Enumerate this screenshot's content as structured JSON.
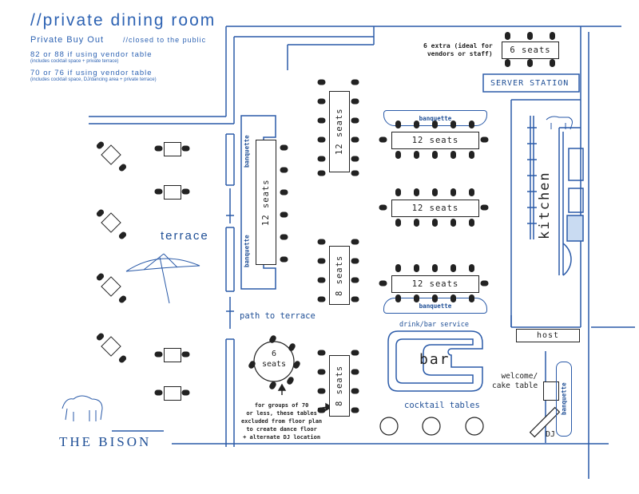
{
  "header": {
    "title": "//private dining room",
    "buyout": "Private Buy Out",
    "closed": "//closed to the public",
    "cap1": "82 or 88 if using vendor table",
    "cap1_note": "(includes cocktail space + private terrace)",
    "cap2": "70 or 76 if using vendor table",
    "cap2_note": "(includes cocktail space, DJ/dancing area + private terrace)"
  },
  "labels": {
    "terrace": "terrace",
    "path": "path to terrace",
    "kitchen": "kitchen",
    "server": "SERVER STATION",
    "drink": "drink/bar service",
    "bar": "bar",
    "cocktail": "cocktail tables",
    "host": "host",
    "welcome": "welcome/\ncake table",
    "dj": "DJ",
    "extra": "6 extra (ideal for\nvendors or staff)",
    "note": "for groups of 70\nor less, these tables\nexcluded from floor plan\nto create dance floor\n+ alternate DJ location",
    "logo": "THE BISON"
  },
  "banquette": "banquette",
  "tables": {
    "six": "6 seats",
    "twelve": "12 seats",
    "eight": "8 seats",
    "round": "6\nseats"
  },
  "colors": {
    "ink": "#1f4f96",
    "line": "#2a5aa8",
    "dark": "#222222"
  }
}
